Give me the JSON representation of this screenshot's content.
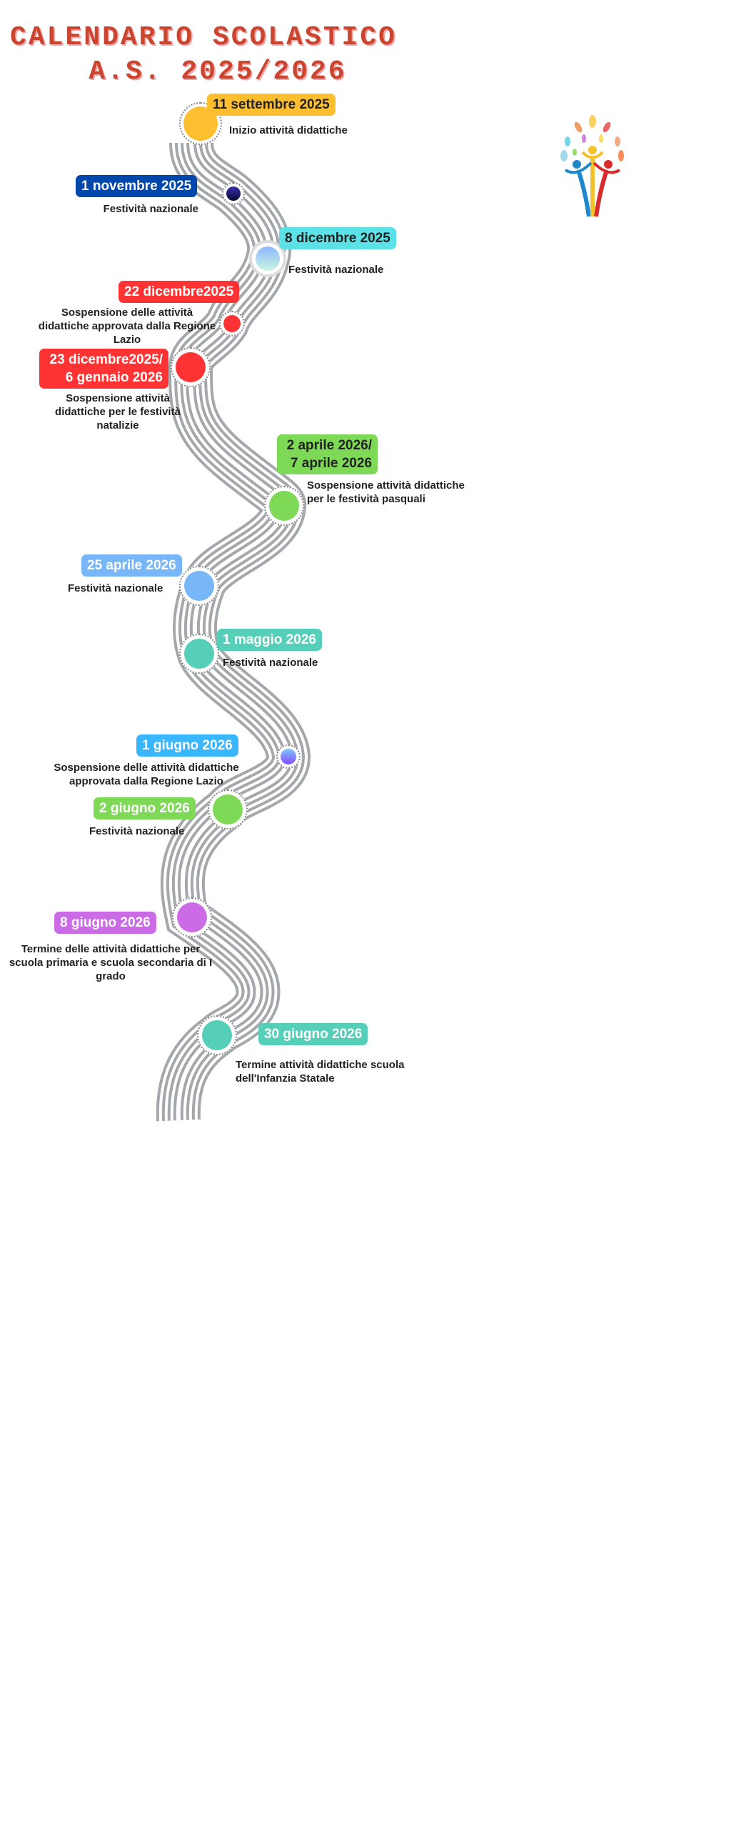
{
  "title": {
    "line1": "CALENDARIO SCOLASTICO",
    "line2": "A.S. 2025/2026"
  },
  "events": [
    {
      "date": "11 settembre 2025",
      "desc": "Inizio attività didattiche",
      "color": "#FDBE2F"
    },
    {
      "date": "1 novembre 2025",
      "desc": "Festività nazionale",
      "color": "#0047AB"
    },
    {
      "date": "8 dicembre 2025",
      "desc": "Festività nazionale",
      "color": "#5CE1E6"
    },
    {
      "date": "22 dicembre2025",
      "desc": "Sospensione delle attività didattiche approvata dalla Regione Lazio",
      "color": "#FF3333"
    },
    {
      "date": "23 dicembre2025/ 6 gennaio 2026",
      "desc": "Sospensione attività didattiche per le festività natalizie",
      "color": "#FF3333"
    },
    {
      "date": "2 aprile 2026/ 7 aprile 2026",
      "desc": "Sospensione attività didattiche per le festività pasquali",
      "color": "#7ED957"
    },
    {
      "date": "25 aprile 2026",
      "desc": "Festività nazionale",
      "color": "#77B7F7"
    },
    {
      "date": "1 maggio 2026",
      "desc": "Festività nazionale",
      "color": "#56CFB9"
    },
    {
      "date": "1 giugno 2026",
      "desc": "Sospensione delle attività didattiche approvata dalla Regione Lazio",
      "color": "#38B6FF"
    },
    {
      "date": "2 giugno 2026",
      "desc": "Festività nazionale",
      "color": "#7ED957"
    },
    {
      "date": "8 giugno 2026",
      "desc": "Termine delle attività didattiche per scuola primaria e scuola secondaria di I grado",
      "color": "#CB6CE6"
    },
    {
      "date": "30 giugno 2026",
      "desc": "Termine attività didattiche scuola dell'Infanzia Statale",
      "color": "#56CFB9"
    }
  ]
}
